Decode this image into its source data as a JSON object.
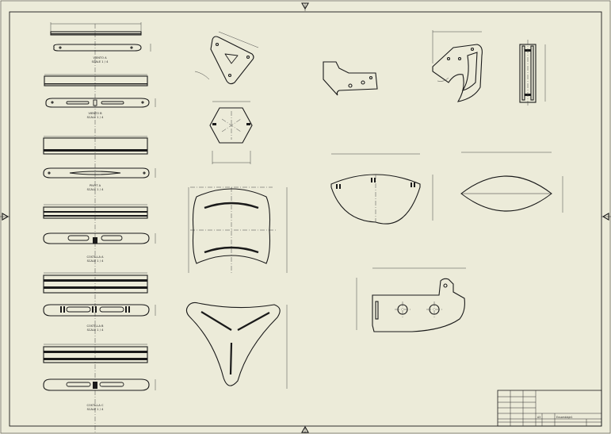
{
  "sheet": {
    "background": "#ecebd9",
    "line_color": "#1a1a1a",
    "zone_marker": "triangle-marker"
  },
  "views": {
    "vm1": {
      "name": "VIENTO A",
      "scale": "SCALE 1 / 4"
    },
    "vm2": {
      "name": "VIENTO B",
      "scale": "SCALE 1 / 4"
    },
    "vm3": {
      "name": "PIVOT A",
      "scale": "SCALE 1 / 4"
    },
    "vm4": {
      "name": "COSTILLA A",
      "scale": "SCALE 1 / 4"
    },
    "vm5": {
      "name": "COSTILLA B",
      "scale": "SCALE 1 / 4"
    },
    "vm6": {
      "name": "COSTILLA C",
      "scale": "SCALE 1 / 4"
    }
  },
  "title_block": {
    "size": "A3",
    "drawing_name": "Ensamblaje1"
  }
}
